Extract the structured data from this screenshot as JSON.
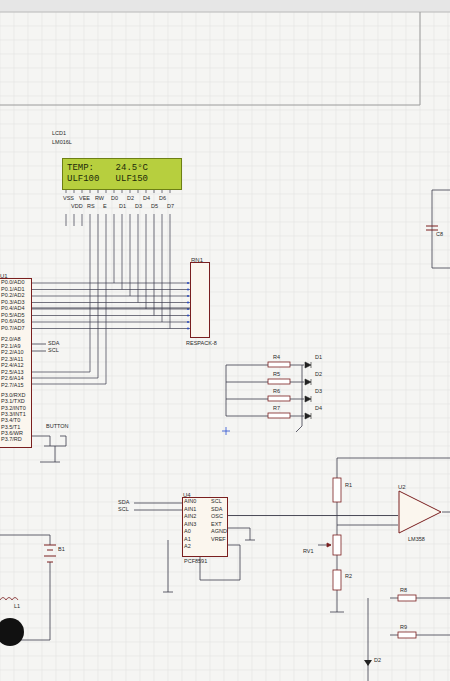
{
  "diagram": {
    "nodes": [
      {
        "text": [
          "TEMP:    24.5°C",
          "ULF100   ULF150"
        ]
      },
      {
        "text": [
          "U1"
        ]
      },
      {
        "text": [
          "RN1"
        ]
      },
      {
        "text": [
          "U4"
        ]
      },
      {
        "text": [
          "U2"
        ]
      }
    ],
    "edges": [
      {
        "from": 1,
        "to": 2,
        "arrow": "none"
      },
      {
        "from": 3,
        "to": 4,
        "arrow": "none"
      }
    ],
    "labels": [
      "LCD1",
      "LM016L",
      "VSS",
      "VDD",
      "VEE",
      "RS",
      "RW",
      "E",
      "D0",
      "D1",
      "D2",
      "D3",
      "D4",
      "D5",
      "D6",
      "D7",
      "P0.0/AD0",
      "P0.1/AD1",
      "P0.2/AD2",
      "P0.3/AD3",
      "P0.4/AD4",
      "P0.5/AD5",
      "P0.6/AD6",
      "P0.7/AD7",
      "P2.0/A8",
      "P2.1/A9",
      "P2.2/A10",
      "P2.3/A11",
      "P2.4/A12",
      "P2.5/A13",
      "P2.6/A14",
      "P2.7/A15",
      "P3.0/RXD",
      "P3.1/TXD",
      "P3.2/INT0",
      "P3.3/INT1",
      "P3.4/T0",
      "P3.5/T1",
      "P3.6/WR",
      "P3.7/RD",
      "SDA",
      "SCL",
      "BUTTON",
      "RESPACK-8",
      "R4",
      "R5",
      "R6",
      "R7",
      "D1",
      "D2",
      "D3",
      "D4",
      "SDA",
      "SCL",
      "AIN0",
      "AIN1",
      "AIN2",
      "AIN3",
      "A0",
      "A1",
      "A2",
      "SCL",
      "SDA",
      "OSC",
      "EXT",
      "AGND",
      "VREF",
      "PCF8591",
      "R1",
      "RV1",
      "R2",
      "LM358",
      "B1",
      "L1",
      "C8",
      "R8",
      "R9",
      "D2"
    ]
  }
}
